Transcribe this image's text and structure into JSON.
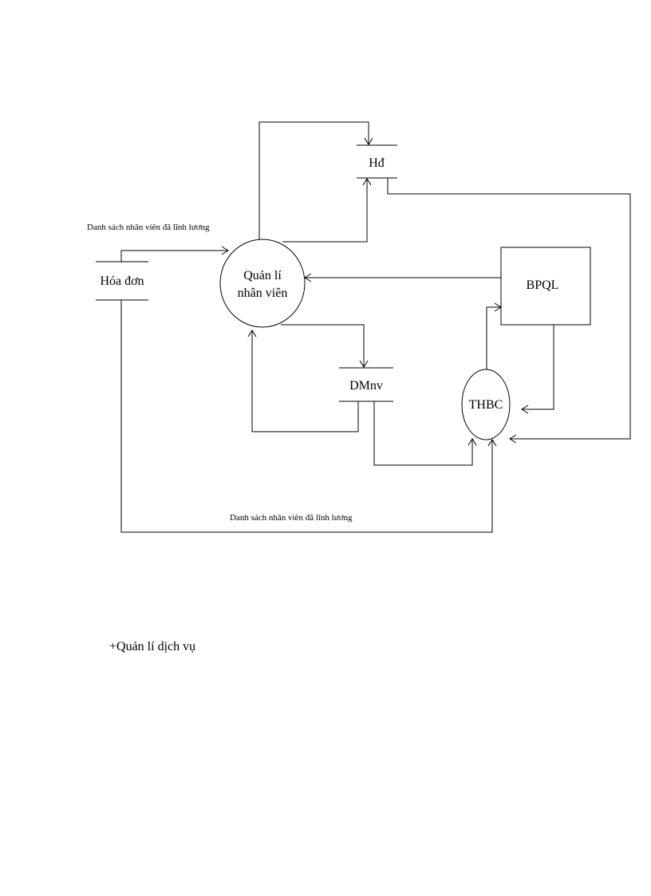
{
  "diagram": {
    "nodes": {
      "hd": "Hđ",
      "hoa_don": "Hóa đơn",
      "quan_li_line1": "Quản lí",
      "quan_li_line2": "nhân viên",
      "bpql": "BPQL",
      "dmnv": "DMnv",
      "thbc": "THBC"
    },
    "flows": {
      "top_label": "Danh sách nhân viên đã lĩnh lương",
      "bottom_label": "Danh sách nhân viên đã lĩnh lương"
    }
  },
  "section": {
    "heading": "+Quản lí dịch vụ"
  }
}
